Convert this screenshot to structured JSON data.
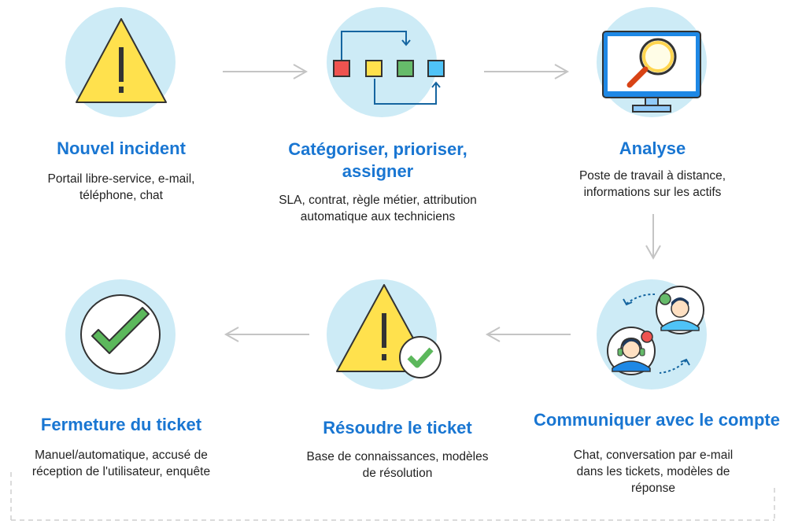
{
  "steps": [
    {
      "title": "Nouvel incident",
      "desc": [
        "Portail libre-service, e-mail,",
        "téléphone, chat"
      ]
    },
    {
      "title": [
        "Catégoriser, prioriser,",
        "assigner"
      ],
      "desc": [
        "SLA, contrat, règle métier, attribution",
        "automatique aux techniciens"
      ]
    },
    {
      "title": "Analyse",
      "desc": [
        "Poste de travail à distance,",
        "informations sur les actifs"
      ]
    },
    {
      "title": "Communiquer avec le compte",
      "desc": [
        "Chat, conversation par e-mail",
        "dans les tickets, modèles de",
        "réponse"
      ]
    },
    {
      "title": "Résoudre le ticket",
      "desc": [
        "Base de connaissances, modèles",
        "de résolution"
      ]
    },
    {
      "title": "Fermeture du ticket",
      "desc": [
        "Manuel/automatique, accusé de",
        "réception de l'utilisateur, enquête"
      ]
    }
  ],
  "colors": {
    "title": "#1976d2",
    "circle": "#cdebf6",
    "arrow": "#c4c4c4",
    "warning": "#ffe14d",
    "check": "#5cb85c"
  },
  "icons": [
    "warning-icon",
    "process-flow-icon",
    "monitor-search-icon",
    "chat-agents-icon",
    "warning-check-icon",
    "checkmark-icon"
  ]
}
